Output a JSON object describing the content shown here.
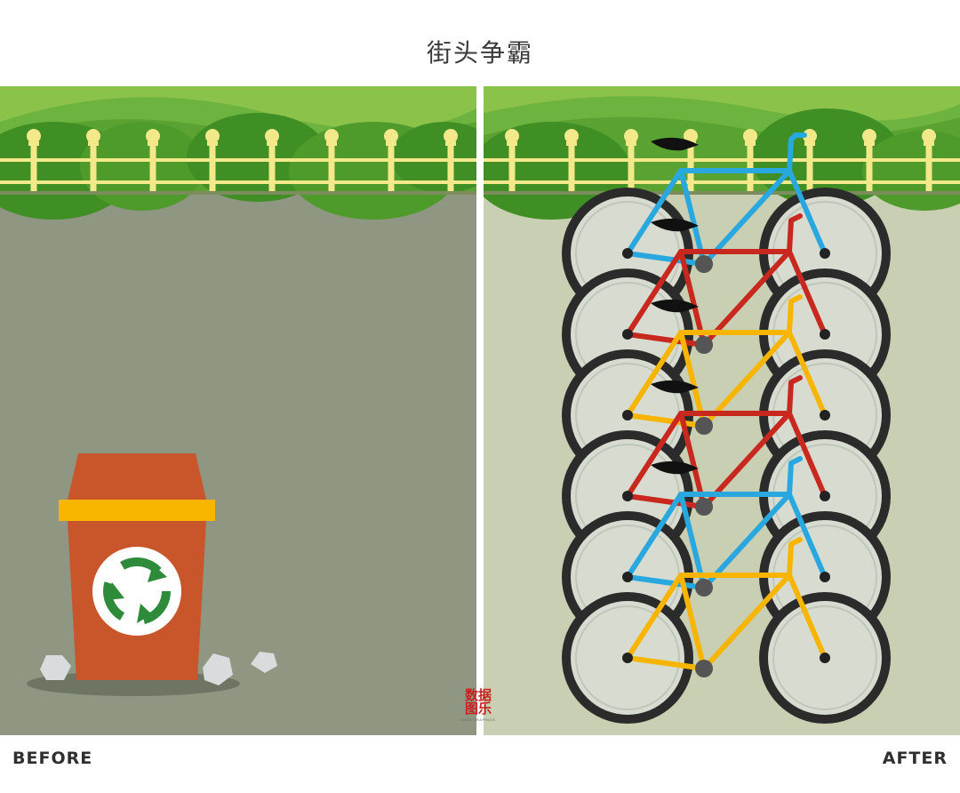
{
  "header": {
    "title": "街头争霸"
  },
  "panels": {
    "before_label": "BEFORE",
    "after_label": "AFTER"
  },
  "watermark": {
    "text": "数据图乐",
    "subtext": "DATA GRAPHICS"
  },
  "scene": {
    "before_items": [
      "trash-bin",
      "recycle-icon",
      "litter-stones"
    ],
    "after_items": [
      "bicycle-blue",
      "bicycle-red",
      "bicycle-yellow",
      "bicycle-red",
      "bicycle-blue",
      "bicycle-yellow"
    ]
  },
  "colors": {
    "grass_light": "#8bc34a",
    "grass_dark": "#4e9a2b",
    "fence": "#f3e88a",
    "pavement_before": "#8f9682",
    "pavement_after": "#c8cfb2",
    "bin_body": "#c9562b",
    "bin_band": "#f7b500",
    "recycle_green": "#2e8b3a",
    "bike_blue": "#29a8e0",
    "bike_red": "#c8281e",
    "bike_yellow": "#f7b500"
  }
}
